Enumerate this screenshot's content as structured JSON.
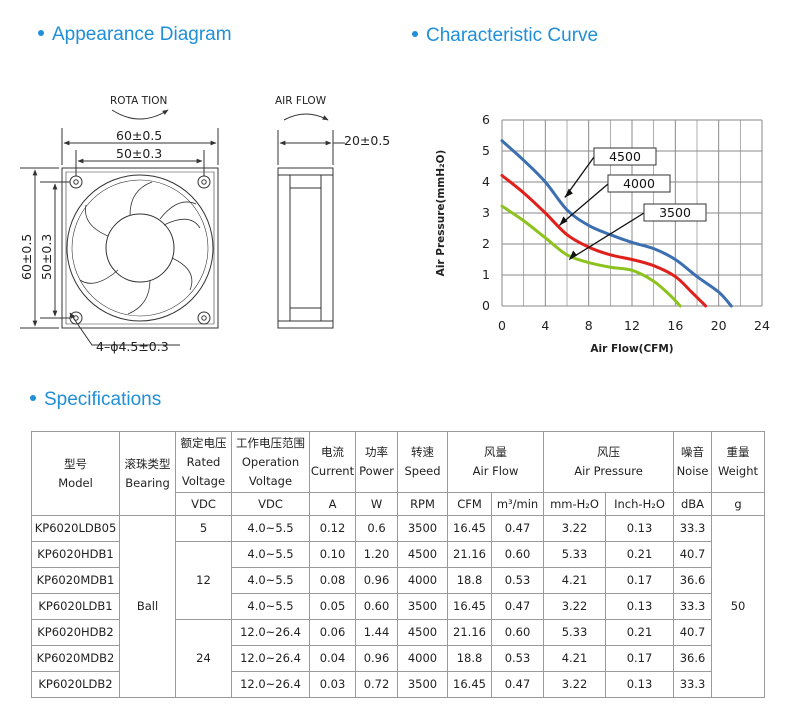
{
  "sections": {
    "appearance": "Appearance Diagram",
    "curve": "Characteristic Curve",
    "specs": "Specifications"
  },
  "diagram": {
    "rotation": "ROTA TION",
    "airflow": "AIR FLOW",
    "dim_outer_w": "60±0.5",
    "dim_hole_w": "50±0.3",
    "dim_outer_h": "60±0.5",
    "dim_hole_h": "50±0.3",
    "dim_depth": "20±0.5",
    "dim_holes": "4–ϕ4.5±0.3"
  },
  "chart_data": {
    "type": "line",
    "xlabel": "Air Flow(CFM)",
    "ylabel": "Air Pressure(mmH₂O)",
    "xlim": [
      0,
      24
    ],
    "ylim": [
      0,
      6
    ],
    "xticks": [
      0,
      4,
      8,
      12,
      16,
      20,
      24
    ],
    "yticks": [
      0,
      1,
      2,
      3,
      4,
      5,
      6
    ],
    "grid": true,
    "series": [
      {
        "name": "4500",
        "color": "#3b6fb0",
        "points": [
          [
            0,
            5.33
          ],
          [
            2,
            4.7
          ],
          [
            4,
            4.0
          ],
          [
            6,
            3.1
          ],
          [
            8,
            2.6
          ],
          [
            10,
            2.3
          ],
          [
            12,
            2.05
          ],
          [
            14,
            1.85
          ],
          [
            16,
            1.5
          ],
          [
            18,
            0.95
          ],
          [
            20,
            0.45
          ],
          [
            21.16,
            0
          ]
        ]
      },
      {
        "name": "4000",
        "color": "#e0201b",
        "points": [
          [
            0,
            4.21
          ],
          [
            2,
            3.65
          ],
          [
            4,
            3.0
          ],
          [
            6,
            2.3
          ],
          [
            8,
            1.9
          ],
          [
            10,
            1.65
          ],
          [
            12,
            1.5
          ],
          [
            14,
            1.3
          ],
          [
            16,
            0.95
          ],
          [
            17.5,
            0.45
          ],
          [
            18.8,
            0
          ]
        ]
      },
      {
        "name": "3500",
        "color": "#8dc21f",
        "points": [
          [
            0,
            3.22
          ],
          [
            2,
            2.75
          ],
          [
            4,
            2.2
          ],
          [
            6,
            1.65
          ],
          [
            8,
            1.4
          ],
          [
            10,
            1.25
          ],
          [
            12,
            1.15
          ],
          [
            14,
            0.8
          ],
          [
            15.5,
            0.35
          ],
          [
            16.45,
            0
          ]
        ]
      }
    ]
  },
  "table": {
    "headers": [
      {
        "cn": "型号",
        "en": "Model"
      },
      {
        "cn": "滚珠类型",
        "en": "Bearing"
      },
      {
        "cn": "额定电压",
        "en": "Rated",
        "en2": "Voltage"
      },
      {
        "cn": "工作电压范围",
        "en": "Operation",
        "en2": "Voltage"
      },
      {
        "cn": "电流",
        "en": "Current"
      },
      {
        "cn": "功率",
        "en": "Power"
      },
      {
        "cn": "转速",
        "en": "Speed"
      },
      {
        "cn": "风量",
        "en": "Air Flow"
      },
      {
        "cn": "风压",
        "en": "Air Pressure"
      },
      {
        "cn": "噪音",
        "en": "Noise"
      },
      {
        "cn": "重量",
        "en": "Weight"
      }
    ],
    "units": [
      "VDC",
      "VDC",
      "A",
      "W",
      "RPM",
      "CFM",
      "m³/min",
      "mm-H₂O",
      "Inch-H₂O",
      "dBA",
      "g"
    ],
    "bearing": "Ball",
    "weight": "50",
    "rated_groups": [
      "5",
      "12",
      "24"
    ],
    "rows": [
      {
        "model": "KP6020LDB05",
        "op": "4.0~5.5",
        "cur": "0.12",
        "pow": "0.6",
        "rpm": "3500",
        "cfm": "16.45",
        "m3": "0.47",
        "mmh2o": "3.22",
        "inh2o": "0.13",
        "dba": "33.3"
      },
      {
        "model": "KP6020HDB1",
        "op": "4.0~5.5",
        "cur": "0.10",
        "pow": "1.20",
        "rpm": "4500",
        "cfm": "21.16",
        "m3": "0.60",
        "mmh2o": "5.33",
        "inh2o": "0.21",
        "dba": "40.7"
      },
      {
        "model": "KP6020MDB1",
        "op": "4.0~5.5",
        "cur": "0.08",
        "pow": "0.96",
        "rpm": "4000",
        "cfm": "18.8",
        "m3": "0.53",
        "mmh2o": "4.21",
        "inh2o": "0.17",
        "dba": "36.6"
      },
      {
        "model": "KP6020LDB1",
        "op": "4.0~5.5",
        "cur": "0.05",
        "pow": "0.60",
        "rpm": "3500",
        "cfm": "16.45",
        "m3": "0.47",
        "mmh2o": "3.22",
        "inh2o": "0.13",
        "dba": "33.3"
      },
      {
        "model": "KP6020HDB2",
        "op": "12.0~26.4",
        "cur": "0.06",
        "pow": "1.44",
        "rpm": "4500",
        "cfm": "21.16",
        "m3": "0.60",
        "mmh2o": "5.33",
        "inh2o": "0.21",
        "dba": "40.7"
      },
      {
        "model": "KP6020MDB2",
        "op": "12.0~26.4",
        "cur": "0.04",
        "pow": "0.96",
        "rpm": "4000",
        "cfm": "18.8",
        "m3": "0.53",
        "mmh2o": "4.21",
        "inh2o": "0.17",
        "dba": "36.6"
      },
      {
        "model": "KP6020LDB2",
        "op": "12.0~26.4",
        "cur": "0.03",
        "pow": "0.72",
        "rpm": "3500",
        "cfm": "16.45",
        "m3": "0.47",
        "mmh2o": "3.22",
        "inh2o": "0.13",
        "dba": "33.3"
      }
    ]
  }
}
